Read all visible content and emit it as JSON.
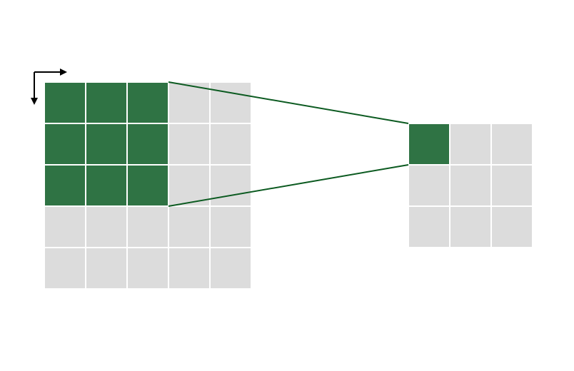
{
  "diagram": {
    "kind": "convolution-receptive-field",
    "colors": {
      "active": "#2f7344",
      "inactive": "#dcdcdc",
      "cell_border": "#ffffff",
      "connector": "#0b5a20",
      "arrow": "#000000"
    },
    "input_grid": {
      "rows": 5,
      "cols": 5,
      "highlighted_rows": 3,
      "highlighted_cols": 3
    },
    "output_grid": {
      "rows": 3,
      "cols": 3,
      "highlighted_rows": 1,
      "highlighted_cols": 1
    },
    "slide_arrows": [
      "arrow-right-icon",
      "arrow-down-icon"
    ]
  }
}
